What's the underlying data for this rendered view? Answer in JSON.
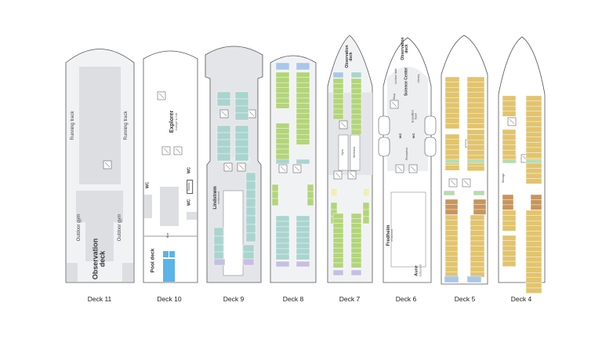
{
  "decks": [
    {
      "label": "Deck 11",
      "areas": {
        "track_left": "Running track",
        "track_right": "Running track",
        "gym_left": "Outdoor gym",
        "gym_right": "Outdoor gym",
        "observation": "Observation deck"
      }
    },
    {
      "label": "Deck 10",
      "areas": {
        "explorer": "Explorer",
        "explorer_sub": "lounge & bar",
        "wc1": "WC",
        "wc2": "WC",
        "wc3": "WC",
        "sauna": "Sauna",
        "bar": "Bar",
        "pool": "Pool deck"
      }
    },
    {
      "label": "Deck 9",
      "areas": {
        "restaurant": "Lindstrøm",
        "restaurant_sub": "restaurant"
      }
    },
    {
      "label": "Deck 8",
      "areas": {}
    },
    {
      "label": "Deck 7",
      "areas": {
        "observation": "Observation deck",
        "gym": "Gym",
        "wellness": "Wellness"
      }
    },
    {
      "label": "Deck 6",
      "areas": {
        "observation": "Observation deck",
        "science": "Science Center",
        "lecture": "Lecture halls",
        "library": "Library",
        "shop": "Shop",
        "expedition": "Expedition team",
        "reception": "Reception",
        "wc1": "WC",
        "wc2": "WC",
        "fredheim": "Fredheim",
        "fredheim_sub": "restaurant",
        "aune": "Aune",
        "aune_sub": "restaurant"
      }
    },
    {
      "label": "Deck 5",
      "areas": {}
    },
    {
      "label": "Deck 4",
      "areas": {
        "storage": "Storage"
      }
    }
  ],
  "colors": {
    "hull_fill": "#f1f2f4",
    "hull_stroke": "#555555",
    "open_area": "#dcdee2",
    "cabin_teal": "#a9d4cf",
    "cabin_green": "#b3d57a",
    "cabin_gold": "#e2c46e",
    "cabin_brown": "#c8955c",
    "cabin_lavender": "#c7bfe2",
    "cabin_blue": "#a9c7ea",
    "cabin_pale": "#eef0b8",
    "cabin_mint": "#b7dcb0",
    "pool": "#5ab4e8"
  }
}
